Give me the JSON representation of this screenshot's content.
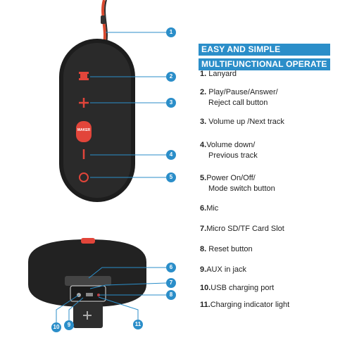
{
  "header": {
    "line1": "EASY AND SIMPLE",
    "line2": "MULTIFUNCTIONAL OPERATE"
  },
  "brand_color": "#2b8ec9",
  "accent_color": "#e2453a",
  "speaker_button_label": "MAKER",
  "features": [
    {
      "num": "1.",
      "text": " Lanyard",
      "cont": ""
    },
    {
      "num": "2.",
      "text": " Play/Pause/Answer/",
      "cont": "Reject call button"
    },
    {
      "num": "3.",
      "text": " Volume up /Next track",
      "cont": ""
    },
    {
      "num": "4.",
      "text": "Volume down/",
      "cont": "Previous track"
    },
    {
      "num": "5.",
      "text": "Power On/Off/",
      "cont": "Mode switch button"
    },
    {
      "num": "6.",
      "text": "Mic",
      "cont": ""
    },
    {
      "num": "7.",
      "text": "Micro SD/TF Card Slot",
      "cont": ""
    },
    {
      "num": "8.",
      "text": " Reset  button",
      "cont": ""
    },
    {
      "num": "9.",
      "text": "AUX in jack",
      "cont": ""
    },
    {
      "num": "10.",
      "text": "USB charging port",
      "cont": ""
    },
    {
      "num": "11.",
      "text": "Charging indicator light",
      "cont": ""
    }
  ],
  "callouts": {
    "c1": "1",
    "c2": "2",
    "c3": "3",
    "c4": "4",
    "c5": "5",
    "c6": "6",
    "c7": "7",
    "c8": "8",
    "c9": "9",
    "c10": "10",
    "c11": "11"
  }
}
